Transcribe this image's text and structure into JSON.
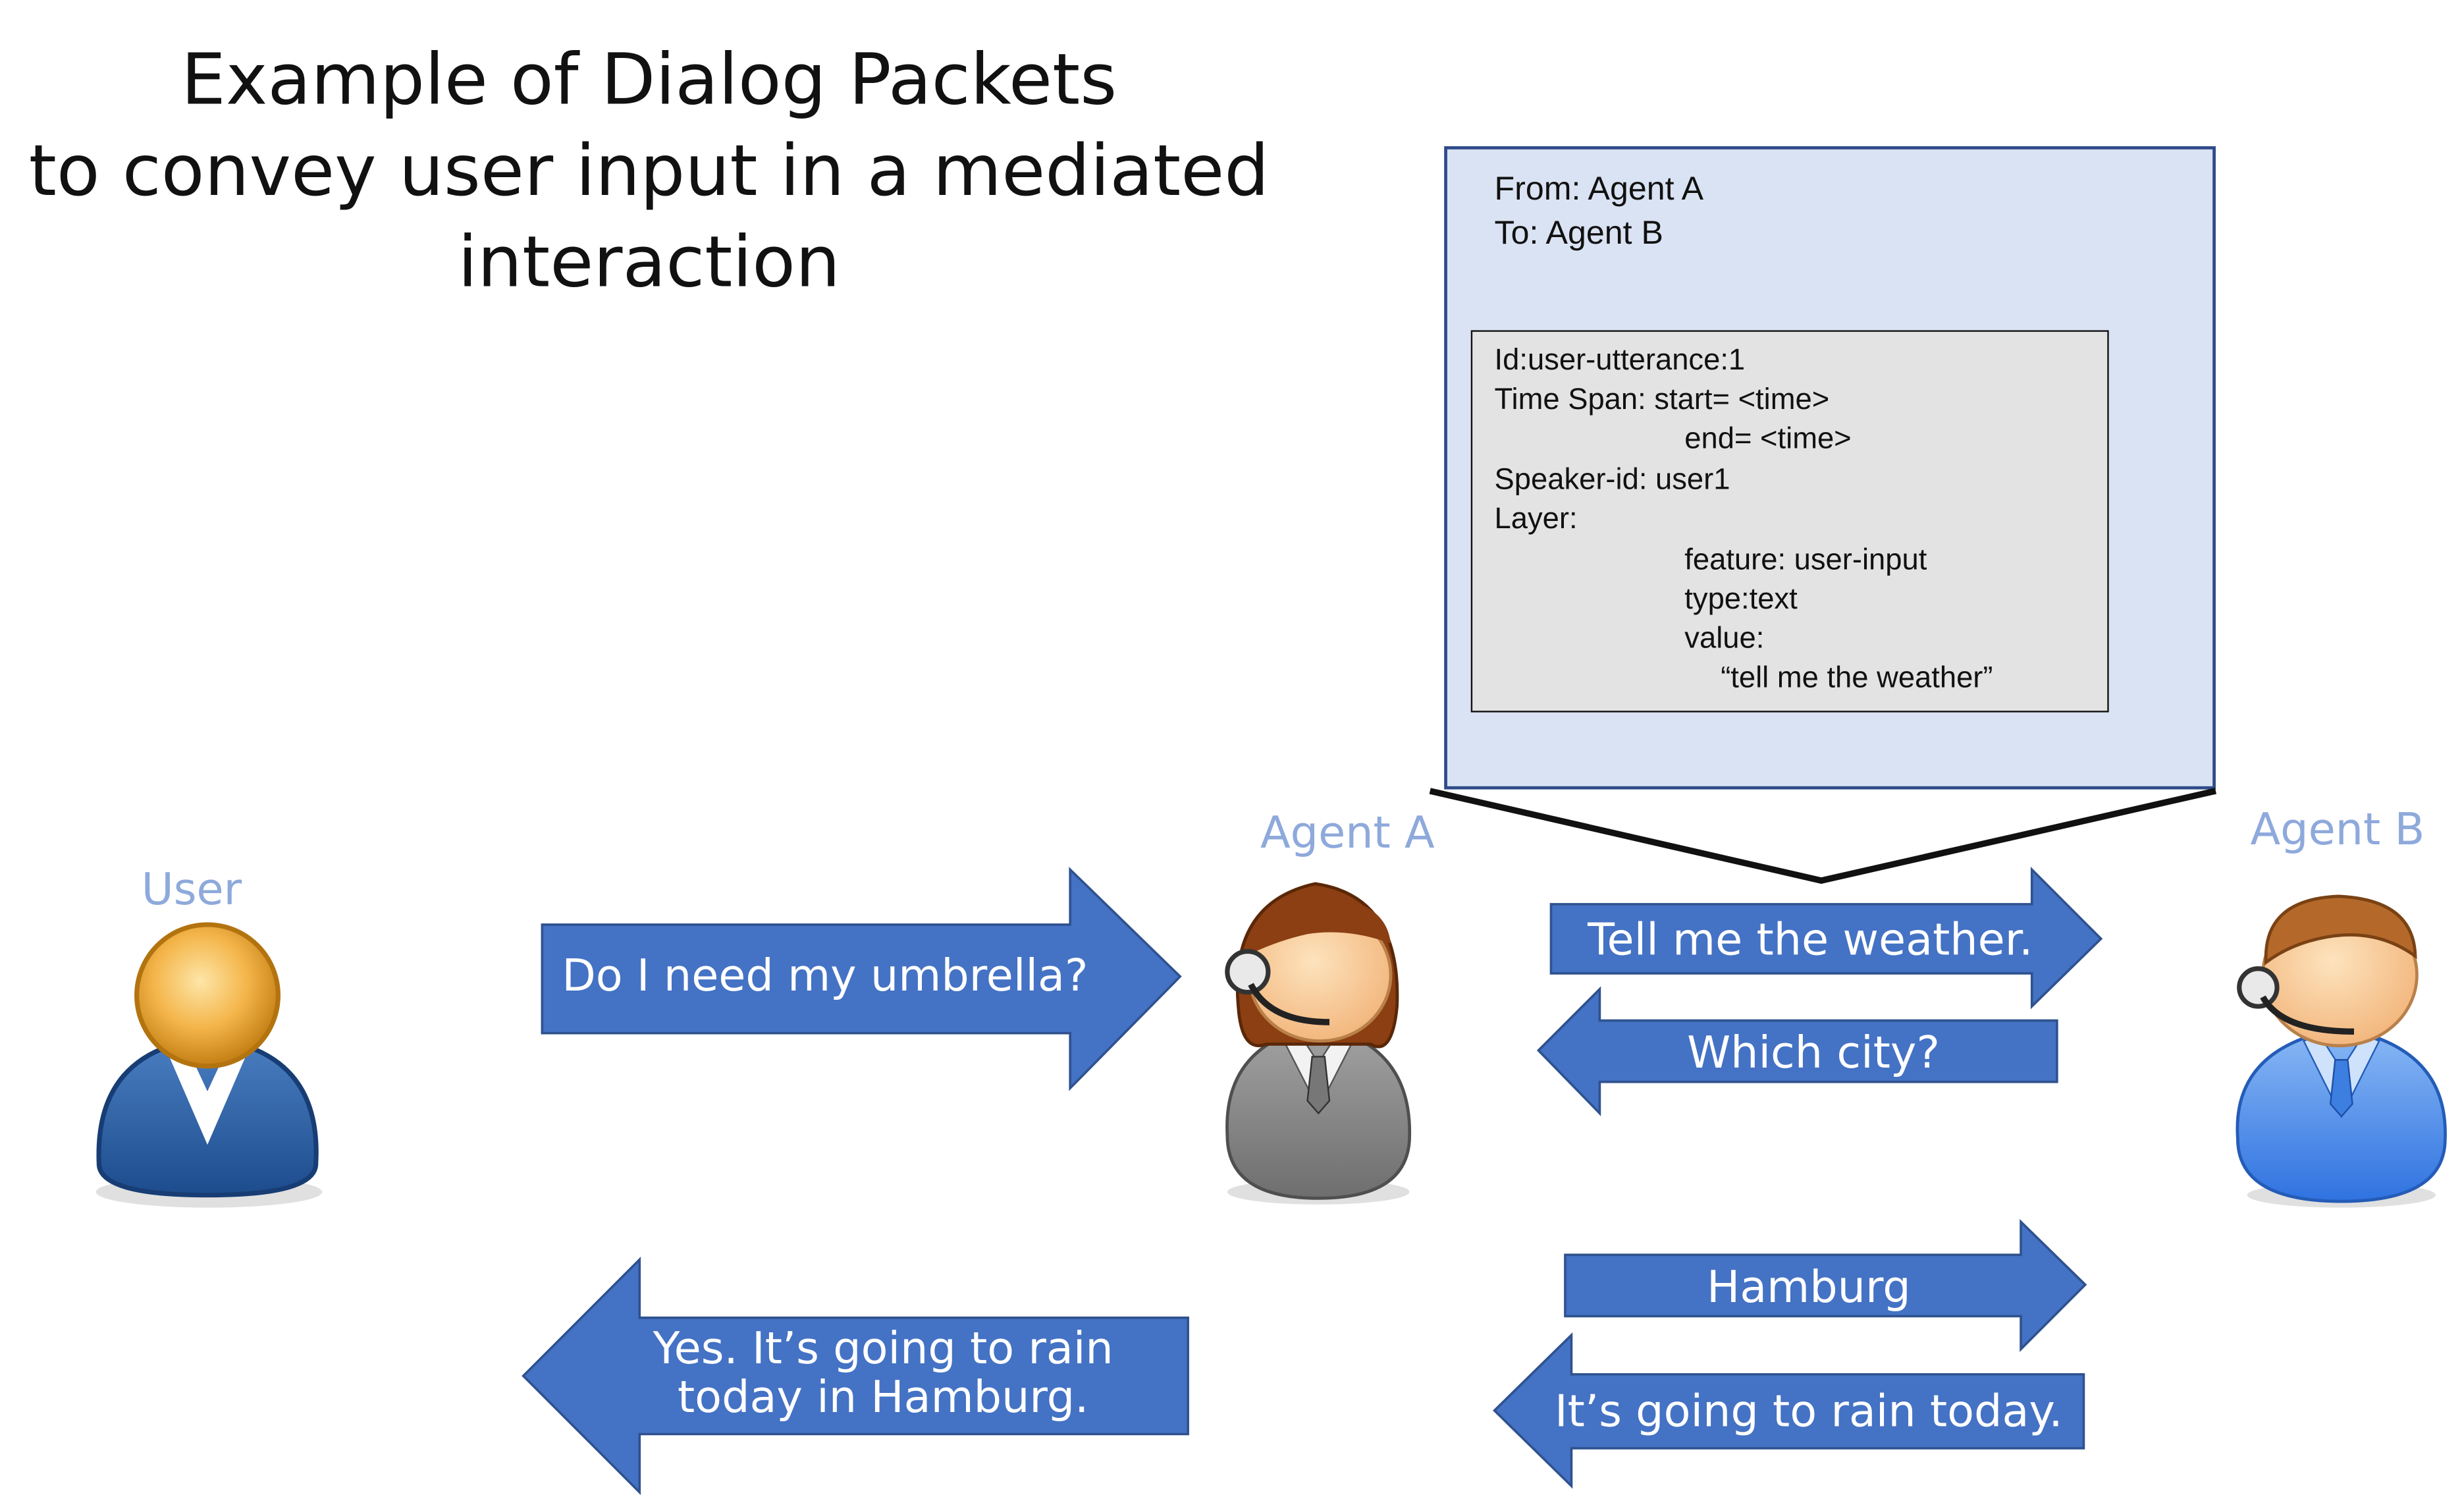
{
  "title": {
    "line1": "Example of Dialog Packets",
    "line2": "to convey user input in a mediated",
    "line3": "interaction"
  },
  "actors": {
    "user": "User",
    "agent_a": "Agent A",
    "agent_b": "Agent B"
  },
  "packet": {
    "from": "From: Agent A",
    "to": "To: Agent B",
    "id": "Id:user-utterance:1",
    "time_span": "Time Span: start= <time>",
    "time_end": "end= <time>",
    "speaker": "Speaker-id: user1",
    "layer": "Layer:",
    "feature": "feature: user-input",
    "type": "type:text",
    "value_label": "value:",
    "value": "“tell me the weather”"
  },
  "messages": {
    "user_to_agent_a": "Do I need my umbrella?",
    "agent_a_to_b": "Tell me the weather.",
    "agent_b_to_a": "Which city?",
    "agent_a_to_b_2": "Hamburg",
    "agent_b_to_a_2": "It’s going to rain today.",
    "agent_a_to_user_1": "Yes. It’s going to rain",
    "agent_a_to_user_2": "today in Hamburg."
  },
  "colors": {
    "arrow_fill": "#4472c4",
    "arrow_stroke": "#2f528f",
    "label": "#8ea9db",
    "packet_bg": "#dae3f3",
    "inner_bg": "#e3e3e3"
  }
}
